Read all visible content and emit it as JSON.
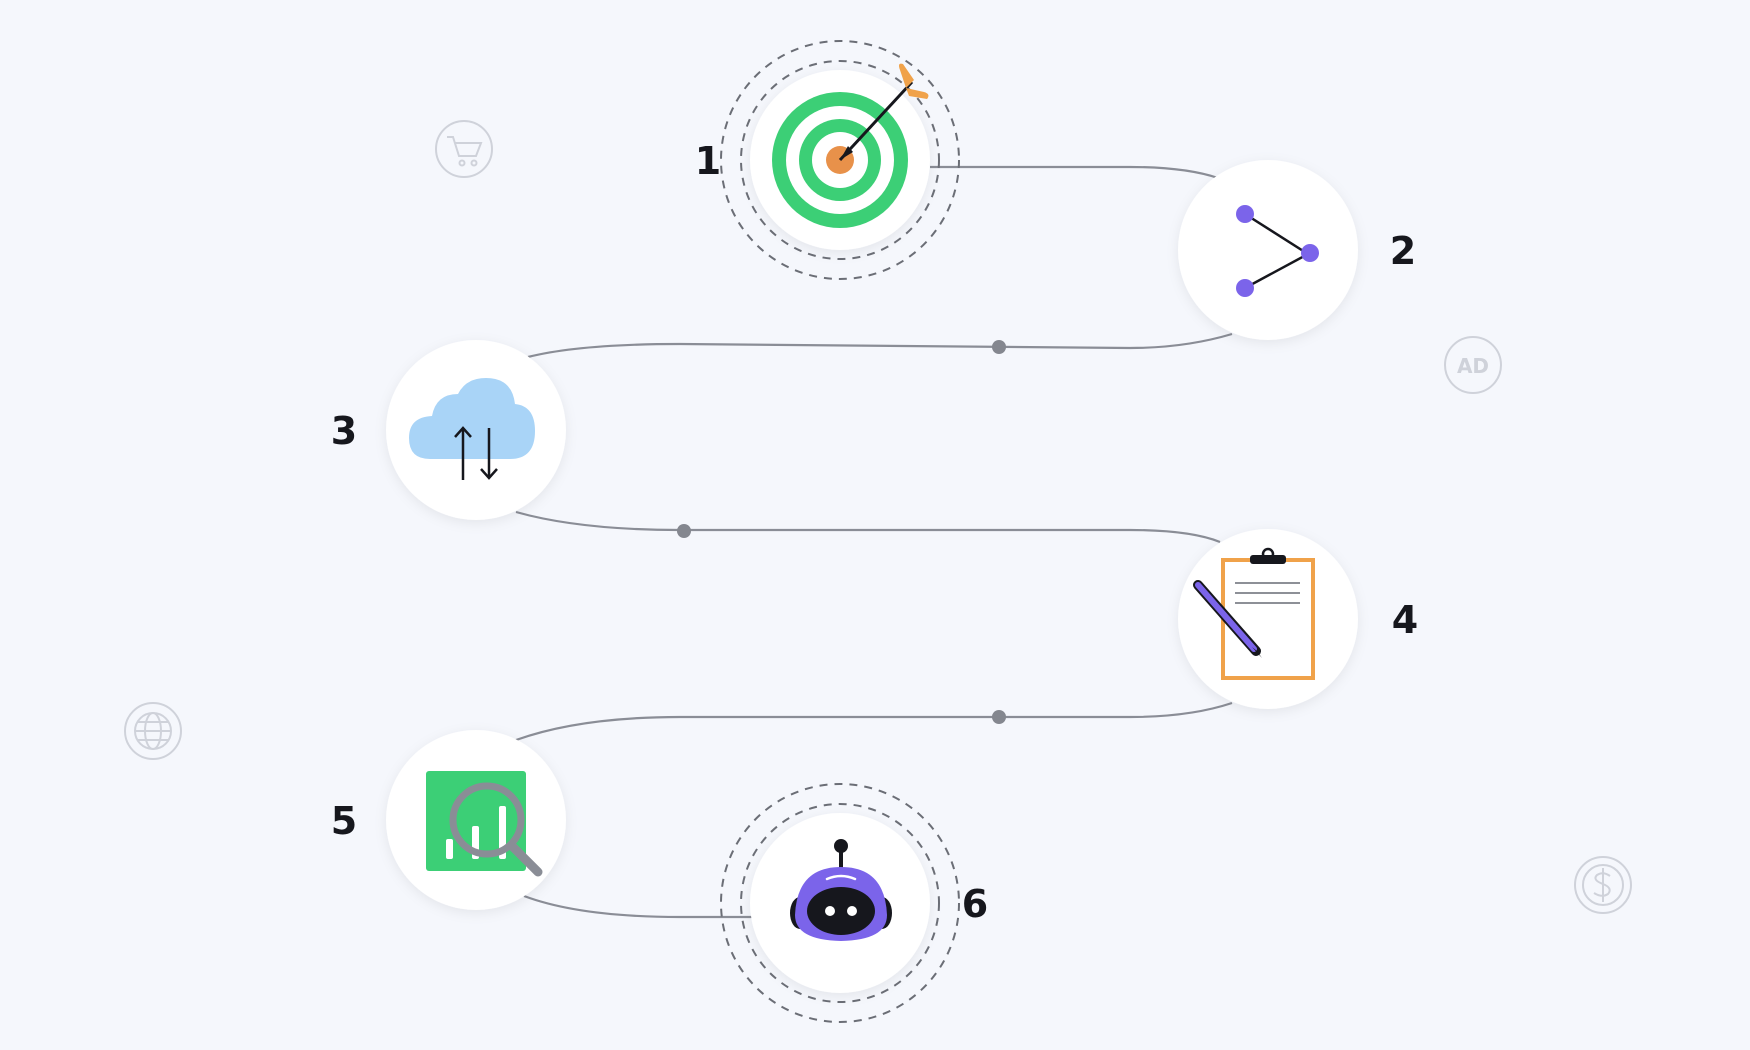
{
  "steps": [
    {
      "number": "1",
      "icon": "target-icon"
    },
    {
      "number": "2",
      "icon": "share-nodes-icon"
    },
    {
      "number": "3",
      "icon": "cloud-sync-icon"
    },
    {
      "number": "4",
      "icon": "clipboard-pencil-icon"
    },
    {
      "number": "5",
      "icon": "chart-search-icon"
    },
    {
      "number": "6",
      "icon": "robot-icon"
    }
  ],
  "decorations": {
    "ad_badge": "AD",
    "cart": "cart-icon",
    "globe": "globe-icon",
    "dollar": "dollar-icon"
  },
  "colors": {
    "background": "#f5f7fc",
    "green": "#3ccf76",
    "orange": "#f0a24a",
    "purple": "#7b64ea",
    "cloud": "#a9d4f7",
    "connector": "#8a8d96"
  }
}
